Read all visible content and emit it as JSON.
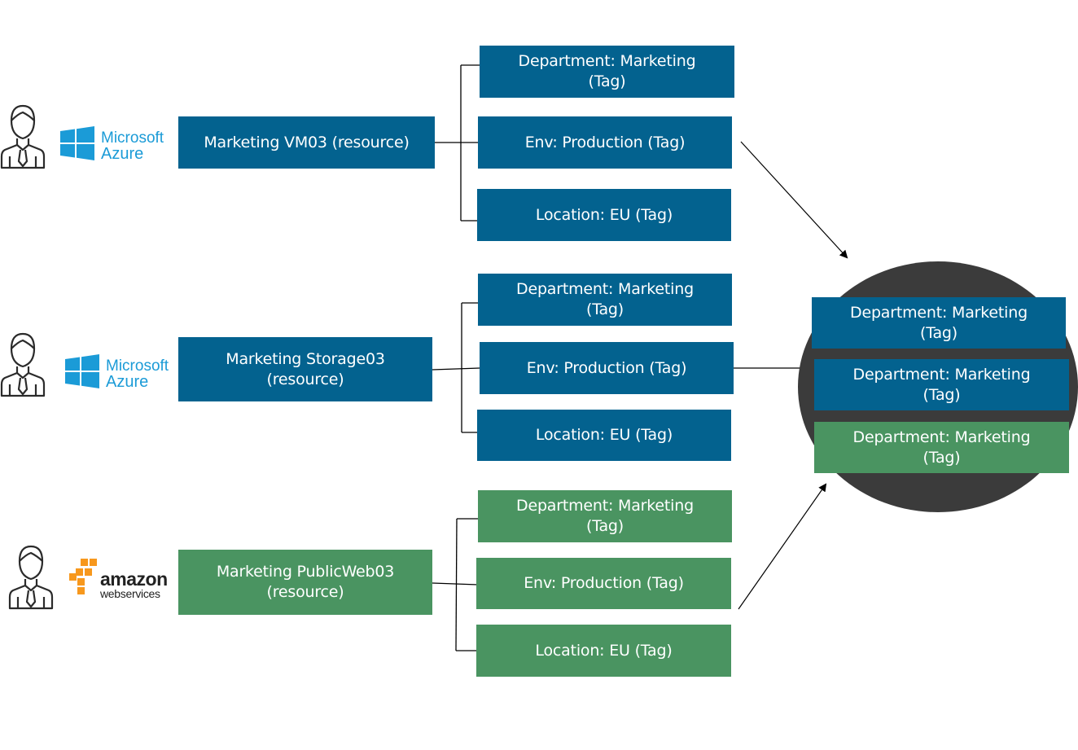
{
  "colors": {
    "azure_blue": "#03628f",
    "aws_green": "#4a9461",
    "circle": "#3b3b3b",
    "logo_blue": "#1b9bd7",
    "aws_orange": "#f7981d"
  },
  "rows": [
    {
      "provider": {
        "icon": "microsoft-azure-logo",
        "line1": "Microsoft",
        "line2": "Azure"
      },
      "resource": {
        "line1": "Marketing VM03 (resource)",
        "line2": ""
      },
      "tags": [
        {
          "line1": "Department: Marketing",
          "line2": "(Tag)"
        },
        {
          "line1": "Env: Production (Tag)",
          "line2": ""
        },
        {
          "line1": "Location: EU (Tag)",
          "line2": ""
        }
      ]
    },
    {
      "provider": {
        "icon": "microsoft-azure-logo",
        "line1": "Microsoft",
        "line2": "Azure"
      },
      "resource": {
        "line1": "Marketing Storage03",
        "line2": "(resource)"
      },
      "tags": [
        {
          "line1": "Department: Marketing",
          "line2": "(Tag)"
        },
        {
          "line1": "Env: Production (Tag)",
          "line2": ""
        },
        {
          "line1": "Location: EU (Tag)",
          "line2": ""
        }
      ]
    },
    {
      "provider": {
        "icon": "amazon-web-services-logo",
        "line1": "amazon",
        "line2": "webservices"
      },
      "resource": {
        "line1": "Marketing PublicWeb03",
        "line2": "(resource)"
      },
      "tags": [
        {
          "line1": "Department: Marketing",
          "line2": "(Tag)"
        },
        {
          "line1": "Env: Production (Tag)",
          "line2": ""
        },
        {
          "line1": "Location: EU (Tag)",
          "line2": ""
        }
      ]
    }
  ],
  "aggregate": {
    "tags": [
      {
        "line1": "Department: Marketing",
        "line2": "(Tag)"
      },
      {
        "line1": "Department: Marketing",
        "line2": "(Tag)"
      },
      {
        "line1": "Department: Marketing",
        "line2": "(Tag)"
      }
    ]
  }
}
